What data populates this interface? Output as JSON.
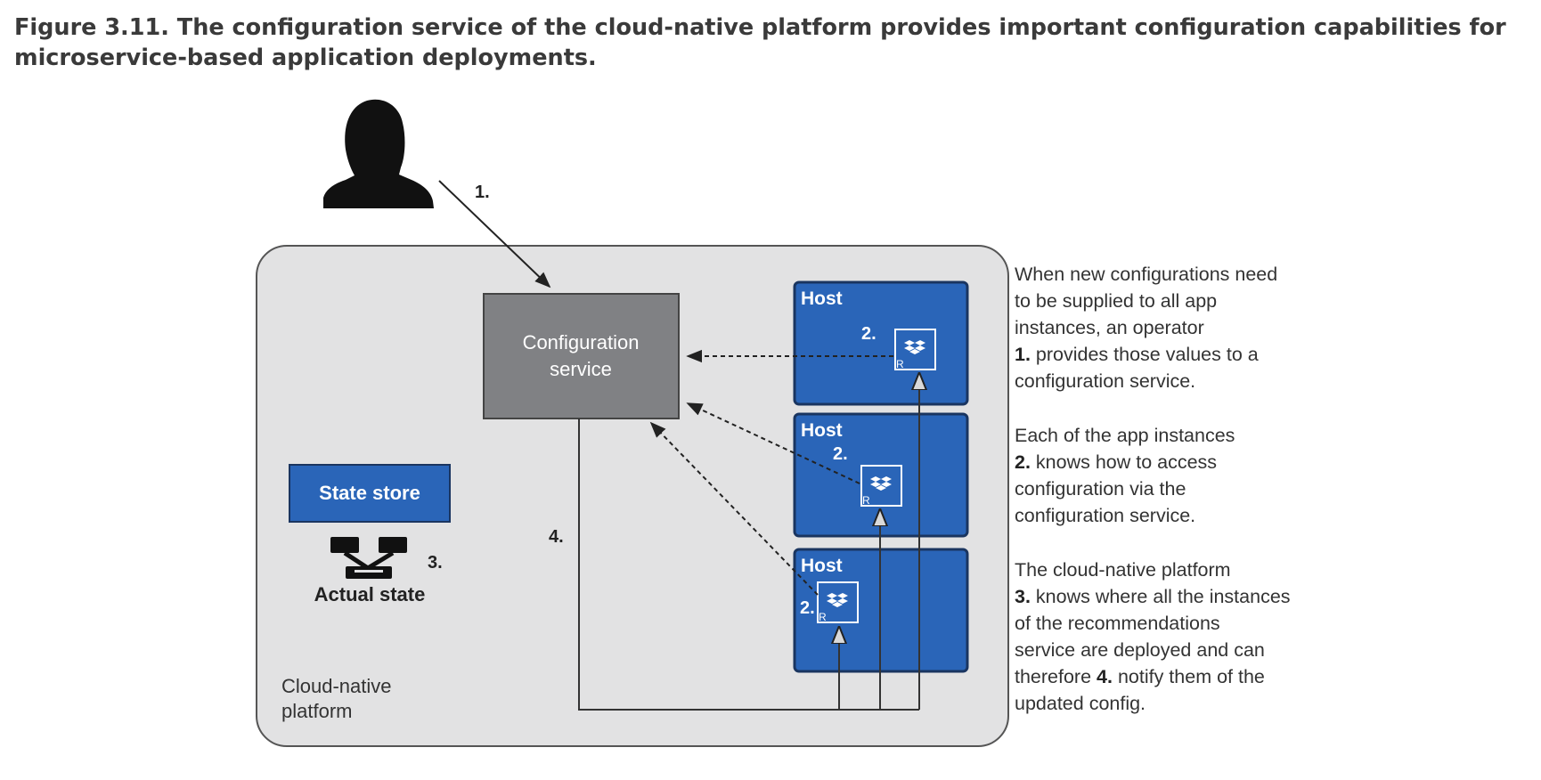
{
  "caption": "Figure 3.11. The configuration service of the cloud-native platform provides important configuration capabilities for microservice-based application deployments.",
  "diagram": {
    "platform_label_line1": "Cloud-native",
    "platform_label_line2": "platform",
    "config_service_line1": "Configuration",
    "config_service_line2": "service",
    "state_store_label": "State store",
    "actual_state_label": "Actual state",
    "host_label": "Host",
    "instance_badge": "R",
    "step1": "1.",
    "step2": "2.",
    "step3": "3.",
    "step4": "4."
  },
  "description": {
    "para1_lines": [
      "When new configurations need",
      "to be supplied to all app",
      "instances, an operator"
    ],
    "para1_step": "1.",
    "para1_rest": " provides those values to a",
    "para1_end": "configuration service.",
    "para2_line1": "Each of the app instances",
    "para2_step": "2.",
    "para2_rest": " knows how to access",
    "para2_line3": "configuration via the",
    "para2_line4": "configuration service.",
    "para3_line1": "The cloud-native platform",
    "para3_step3": "3.",
    "para3_rest3": " knows where all the instances",
    "para3_line3": "of the recommendations",
    "para3_line4": "service are deployed and can",
    "para3_pre4": "therefore ",
    "para3_step4": "4.",
    "para3_rest4": " notify them of the",
    "para3_line6": "updated config."
  },
  "colors": {
    "platform_bg": "#e2e2e3",
    "config_service_bg": "#808184",
    "host_blue": "#2a65b8",
    "host_border": "#1a3560",
    "state_store_blue": "#2a65b8",
    "silhouette": "#111111"
  }
}
